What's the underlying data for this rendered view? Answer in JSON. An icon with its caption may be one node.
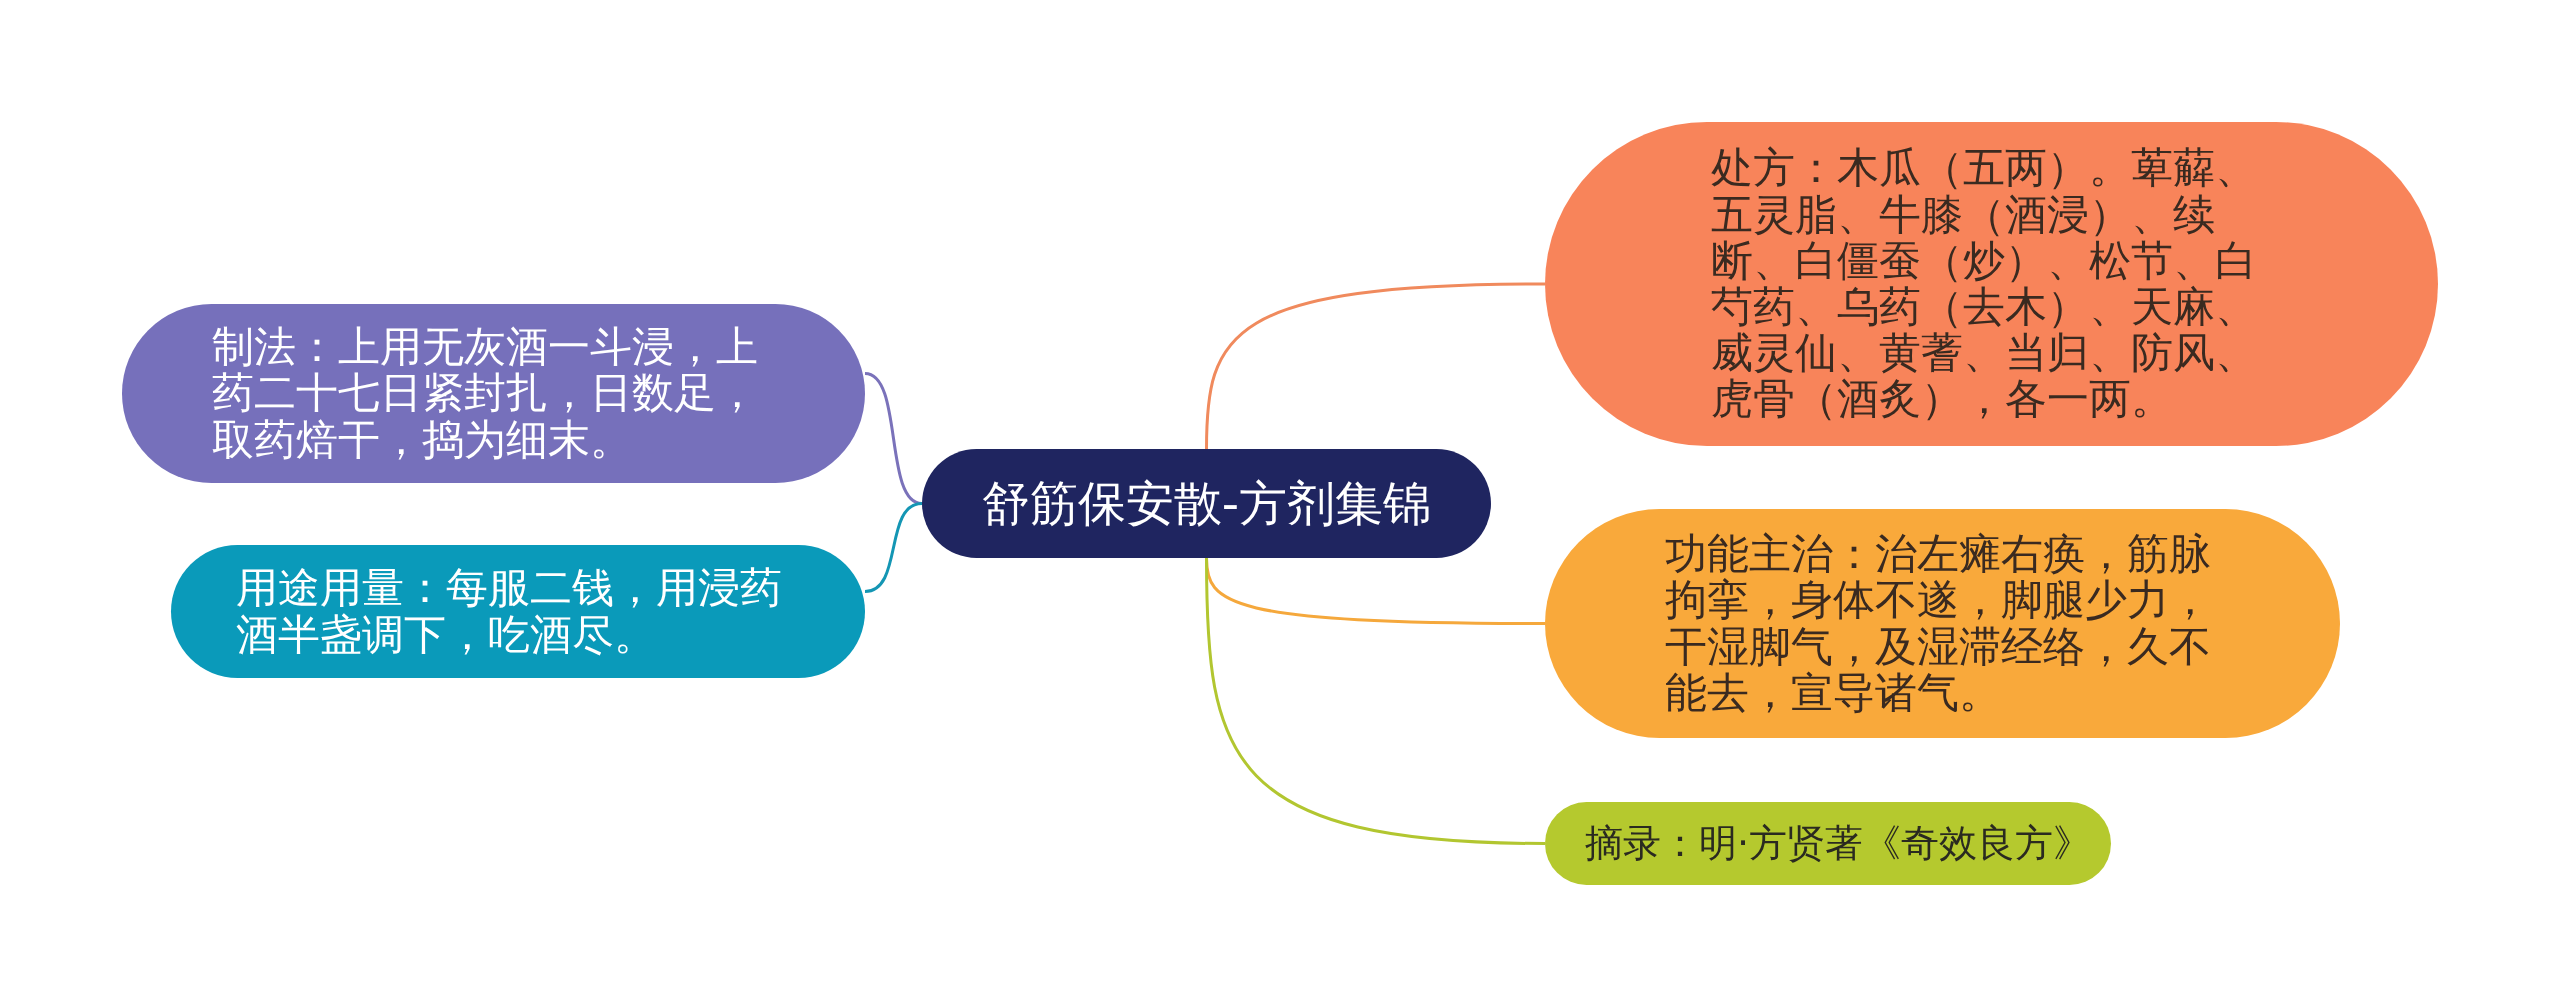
{
  "diagram": {
    "nodes": [
      {
        "text": [
          "舒筋保安散-方剂集锦"
        ]
      },
      {
        "text": [
          "处方：木瓜（五两）。萆薢、五灵脂、牛膝（酒浸）、续断、白僵蚕（炒）、松节、白芍药、乌药（去木）、天麻、威灵仙、黄蓍、当归、防风、虎骨（酒炙），各一两。"
        ]
      },
      {
        "text": [
          "功能主治：治左瘫右痪，筋脉拘挛，身体不遂，脚腿少力，干湿脚气，及湿滞经络，久不能去，宣导诸气。"
        ]
      },
      {
        "text": [
          "摘录：明·方贤著《奇效良方》"
        ]
      },
      {
        "text": [
          "制法：上用无灰酒一斗浸，上药二十七日紧封扎，日数足，取药焙干，捣为细末。"
        ]
      },
      {
        "text": [
          "用途用量：每服二钱，用浸药酒半盏调下，吃酒尽。"
        ]
      }
    ],
    "edges": [
      {
        "from": 0,
        "to": 1,
        "arrow": "none",
        "color": "#f08a5d"
      },
      {
        "from": 0,
        "to": 2,
        "arrow": "none",
        "color": "#f5a83c"
      },
      {
        "from": 0,
        "to": 3,
        "arrow": "none",
        "color": "#b2c630"
      },
      {
        "from": 0,
        "to": 4,
        "arrow": "none",
        "color": "#7a72ba"
      },
      {
        "from": 0,
        "to": 5,
        "arrow": "none",
        "color": "#1496b4"
      }
    ]
  }
}
